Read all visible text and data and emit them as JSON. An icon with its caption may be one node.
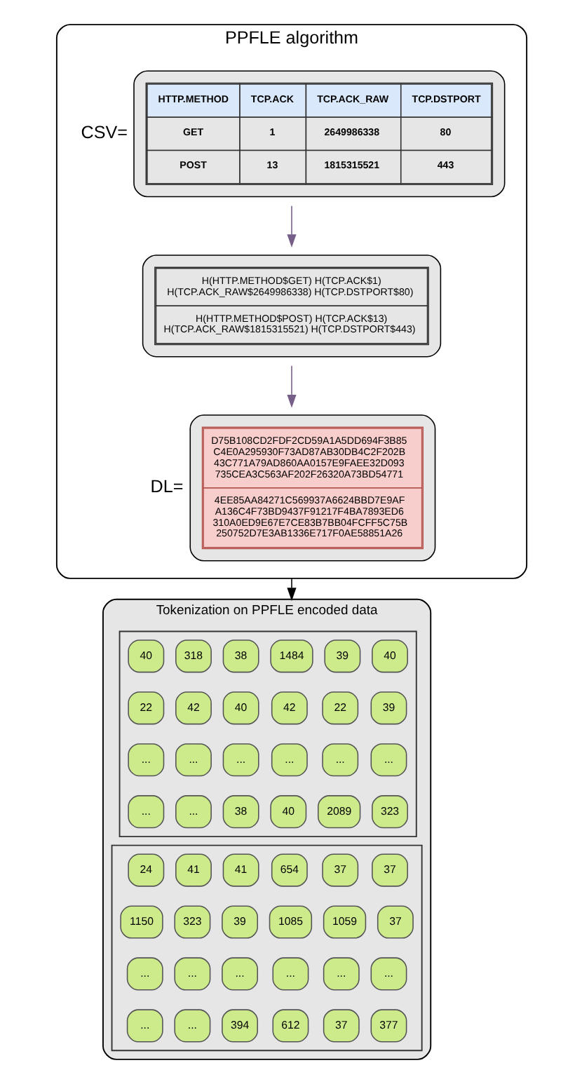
{
  "diagram": {
    "nodes": [
      {
        "text": [
          "PPFLE algorithm"
        ]
      },
      {
        "text": [
          "HTTP.METHOD",
          "TCP.ACK",
          "TCP.ACK_RAW",
          "TCP.DSTPORT",
          "GET",
          "1",
          "2649986338",
          "80",
          "POST",
          "13",
          "1815315521",
          "443"
        ],
        "in": 0,
        "beside": [
          "CSV="
        ]
      },
      {
        "text": [
          "H(HTTP.METHOD$GET) H(TCP.ACK$1) H(TCP.ACK_RAW$2649986338) H(TCP.DSTPORT$80)",
          "H(HTTP.METHOD$POST) H(TCP.ACK$13) H(TCP.ACK_RAW$1815315521) H(TCP.DSTPORT$443)"
        ],
        "in": 0
      },
      {
        "text": [
          "D75B108CD2FDF2CD59A1A5DD694F3B85 C4E0A295930F73AD87AB30DB4C2F202B 43C771A79AD860AA0157E9FAEE32D093 735CEA3C563AF202F26320A73BD54771",
          "4EE85AA84271C569937A6624BBD7E9AF A136C4F73BD9437F91217F4BA7893ED6 310A0ED9E67E7CE83B7BB04FCFF5C75B 250752D7E3AB1336E717F0AE58851A26"
        ],
        "in": 0,
        "beside": [
          "DL="
        ]
      },
      {
        "text": [
          "Tokenization on PPFLE encoded data"
        ]
      },
      {
        "text": [],
        "shape": "box",
        "in": 4
      },
      {
        "text": [
          "40"
        ],
        "in": 5
      },
      {
        "text": [
          "318"
        ],
        "in": 5
      },
      {
        "text": [
          "38"
        ],
        "in": 5
      },
      {
        "text": [
          "1484"
        ],
        "in": 5
      },
      {
        "text": [
          "39"
        ],
        "in": 5
      },
      {
        "text": [
          "40"
        ],
        "in": 5
      },
      {
        "text": [
          "22"
        ],
        "in": 5
      },
      {
        "text": [
          "42"
        ],
        "in": 5
      },
      {
        "text": [
          "40"
        ],
        "in": 5
      },
      {
        "text": [
          "42"
        ],
        "in": 5
      },
      {
        "text": [
          "22"
        ],
        "in": 5
      },
      {
        "text": [
          "39"
        ],
        "in": 5
      },
      {
        "text": [
          "..."
        ],
        "in": 5
      },
      {
        "text": [
          "..."
        ],
        "in": 5
      },
      {
        "text": [
          "..."
        ],
        "in": 5
      },
      {
        "text": [
          "..."
        ],
        "in": 5
      },
      {
        "text": [
          "..."
        ],
        "in": 5
      },
      {
        "text": [
          "..."
        ],
        "in": 5
      },
      {
        "text": [
          "..."
        ],
        "in": 5
      },
      {
        "text": [
          "..."
        ],
        "in": 5
      },
      {
        "text": [
          "38"
        ],
        "in": 5
      },
      {
        "text": [
          "40"
        ],
        "in": 5
      },
      {
        "text": [
          "2089"
        ],
        "in": 5
      },
      {
        "text": [
          "323"
        ],
        "in": 5
      },
      {
        "text": [],
        "shape": "box",
        "in": 4
      },
      {
        "text": [
          "24"
        ],
        "in": 30
      },
      {
        "text": [
          "41"
        ],
        "in": 30
      },
      {
        "text": [
          "41"
        ],
        "in": 30
      },
      {
        "text": [
          "654"
        ],
        "in": 30
      },
      {
        "text": [
          "37"
        ],
        "in": 30
      },
      {
        "text": [
          "37"
        ],
        "in": 30
      },
      {
        "text": [
          "1150"
        ],
        "in": 30
      },
      {
        "text": [
          "323"
        ],
        "in": 30
      },
      {
        "text": [
          "39"
        ],
        "in": 30
      },
      {
        "text": [
          "1085"
        ],
        "in": 30
      },
      {
        "text": [
          "1059"
        ],
        "in": 30
      },
      {
        "text": [
          "37"
        ],
        "in": 30
      },
      {
        "text": [
          "..."
        ],
        "in": 30
      },
      {
        "text": [
          "..."
        ],
        "in": 30
      },
      {
        "text": [
          "..."
        ],
        "in": 30
      },
      {
        "text": [
          "..."
        ],
        "in": 30
      },
      {
        "text": [
          "..."
        ],
        "in": 30
      },
      {
        "text": [
          "..."
        ],
        "in": 30
      },
      {
        "text": [
          "..."
        ],
        "in": 30
      },
      {
        "text": [
          "..."
        ],
        "in": 30
      },
      {
        "text": [
          "394"
        ],
        "in": 30
      },
      {
        "text": [
          "612"
        ],
        "in": 30
      },
      {
        "text": [
          "37"
        ],
        "in": 30
      },
      {
        "text": [
          "377"
        ],
        "in": 30
      }
    ],
    "edges": [
      {
        "from": 1,
        "to": 2,
        "arrow": "to",
        "color": "#76608a"
      },
      {
        "from": 2,
        "to": 3,
        "arrow": "to",
        "color": "#76608a"
      },
      {
        "from": 0,
        "to": 4,
        "arrow": "to",
        "color": "#000000"
      }
    ]
  }
}
